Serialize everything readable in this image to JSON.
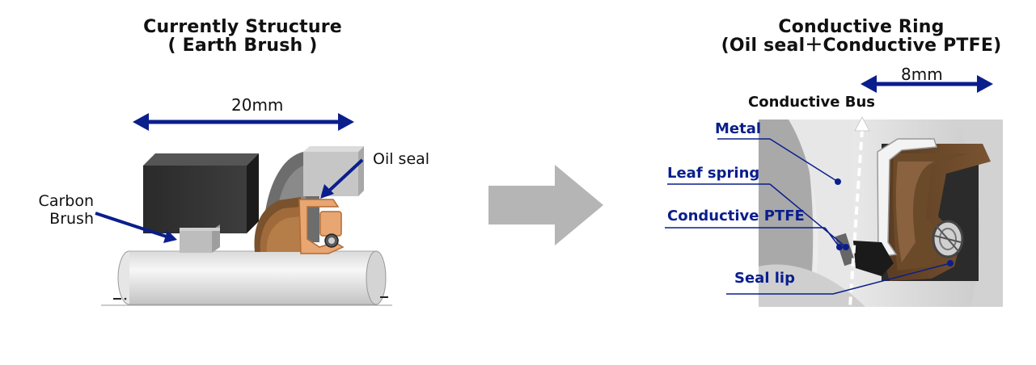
{
  "left": {
    "title_line1": "Currently Structure",
    "title_line2": "( Earth Brush )",
    "dimension": "20mm",
    "carbon_brush_line1": "Carbon",
    "carbon_brush_line2": "Brush",
    "oil_seal": "Oil seal"
  },
  "right": {
    "title_line1": "Conductive Ring",
    "title_line2": "(Oil seal＋Conductive PTFE)",
    "dimension": "8mm",
    "conductive_bus": "Conductive Bus",
    "metal": "Metal",
    "leaf_spring": "Leaf spring",
    "conductive_ptfe": "Conductive PTFE",
    "seal_lip": "Seal lip"
  },
  "colors": {
    "arrow_blue": "#0a1e8c",
    "label_blue": "#0a1e8c",
    "transition_arrow": "#b5b5b5",
    "seal_brown": "#6b4a2a",
    "seal_orange": "#e8a673"
  }
}
